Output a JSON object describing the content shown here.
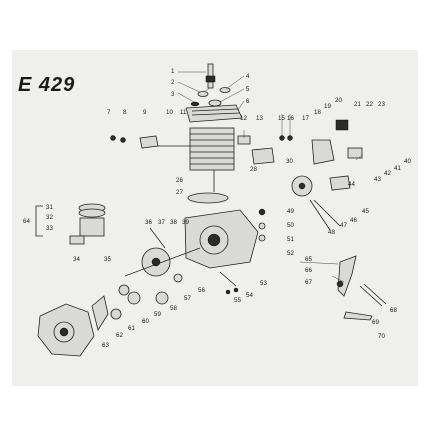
{
  "title": "E 429",
  "callouts": [
    "1",
    "2",
    "3",
    "4",
    "5",
    "6",
    "7",
    "8",
    "9",
    "10",
    "11",
    "12",
    "13",
    "15",
    "16",
    "17",
    "18",
    "19",
    "20",
    "21",
    "22",
    "23",
    "26",
    "27",
    "28",
    "30",
    "31",
    "32",
    "33",
    "34",
    "35",
    "36",
    "37",
    "38",
    "39",
    "40",
    "41",
    "42",
    "43",
    "44",
    "45",
    "46",
    "47",
    "48",
    "49",
    "50",
    "51",
    "52",
    "53",
    "54",
    "55",
    "56",
    "57",
    "58",
    "59",
    "60",
    "61",
    "62",
    "63",
    "64",
    "65",
    "66",
    "67",
    "68",
    "69",
    "70"
  ],
  "colors": {
    "paper": "#efefec",
    "ink": "#1a1a1a",
    "part_fill": "#d9d9d6"
  }
}
